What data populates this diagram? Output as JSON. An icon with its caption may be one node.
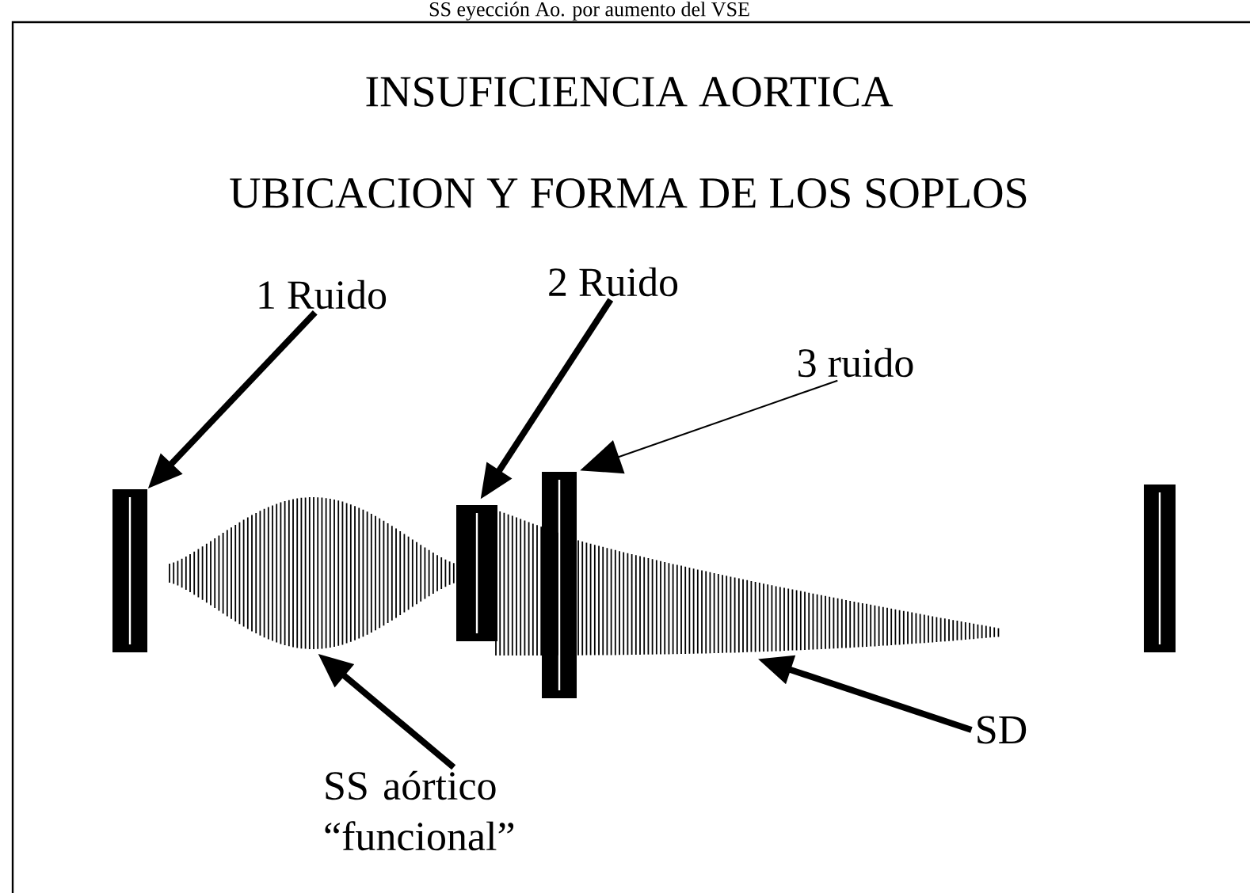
{
  "diagram": {
    "title": "INSUFICIENCIA AORTICA",
    "nodes": [
      {
        "text": [
          "1 Ruido"
        ]
      },
      {
        "text": [
          "2 Ruido"
        ]
      },
      {
        "text": [
          "3 ruido"
        ]
      },
      {
        "text": [
          "SS aórtico “funcional”"
        ]
      },
      {
        "text": [
          "SD"
        ]
      },
      {
        "text": [],
        "shape": "bar"
      },
      {
        "text": [],
        "shape": "bar"
      },
      {
        "text": [],
        "shape": "bar"
      },
      {
        "text": [],
        "shape": "bar"
      },
      {
        "text": [],
        "shape": "waveform"
      },
      {
        "text": [],
        "shape": "waveform"
      }
    ],
    "edges": [
      {
        "from": 0,
        "to": 5,
        "arrow": "to"
      },
      {
        "from": 1,
        "to": 6,
        "arrow": "to"
      },
      {
        "from": 2,
        "to": 7,
        "arrow": "to"
      },
      {
        "from": 3,
        "to": 9,
        "arrow": "to"
      },
      {
        "from": 4,
        "to": 10,
        "arrow": "to"
      }
    ],
    "labels": [
      "SS eyección Ao. por aumento del VSE",
      "UBICACION Y FORMA DE LOS SOPLOS"
    ]
  }
}
